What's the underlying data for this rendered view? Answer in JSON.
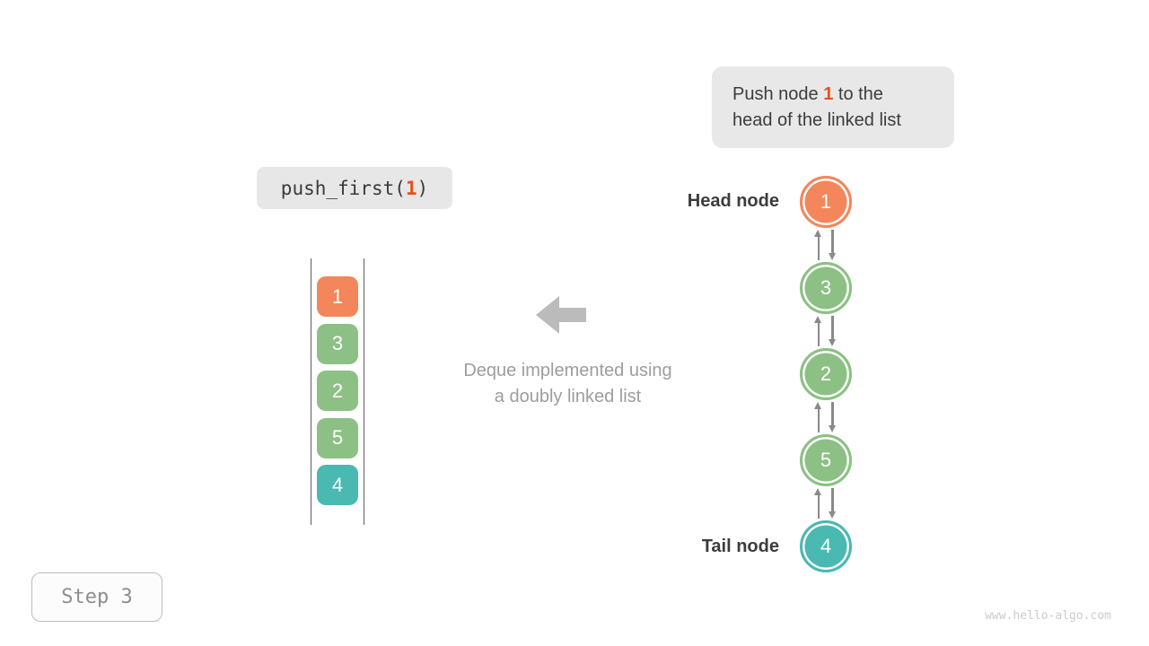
{
  "colors": {
    "orange": "#F3865A",
    "green": "#8CC084",
    "teal": "#49B9B1",
    "accent": "#E8501A",
    "big_arrow_gray": "#BBBBBB",
    "link_arrow_gray": "#8A8A8A",
    "text_dark": "#3C3C3C",
    "text_gray": "#9D9D9D"
  },
  "callout": {
    "line1_before": "Push node ",
    "highlight": "1",
    "line1_after": " to the",
    "line2": "head of the linked list"
  },
  "code": {
    "before": "push_first(",
    "arg": "1",
    "after": ")"
  },
  "stack": {
    "items": [
      {
        "value": "1",
        "color": "orange"
      },
      {
        "value": "3",
        "color": "green"
      },
      {
        "value": "2",
        "color": "green"
      },
      {
        "value": "5",
        "color": "green"
      },
      {
        "value": "4",
        "color": "teal"
      }
    ]
  },
  "caption": {
    "line1": "Deque implemented using",
    "line2": "a doubly linked list"
  },
  "linked_list": {
    "head_label": "Head node",
    "tail_label": "Tail node",
    "nodes": [
      {
        "value": "1",
        "color": "orange"
      },
      {
        "value": "3",
        "color": "green"
      },
      {
        "value": "2",
        "color": "green"
      },
      {
        "value": "5",
        "color": "green"
      },
      {
        "value": "4",
        "color": "teal"
      }
    ]
  },
  "step_badge": {
    "label": "Step 3"
  },
  "watermark": {
    "text": "www.hello-algo.com"
  }
}
